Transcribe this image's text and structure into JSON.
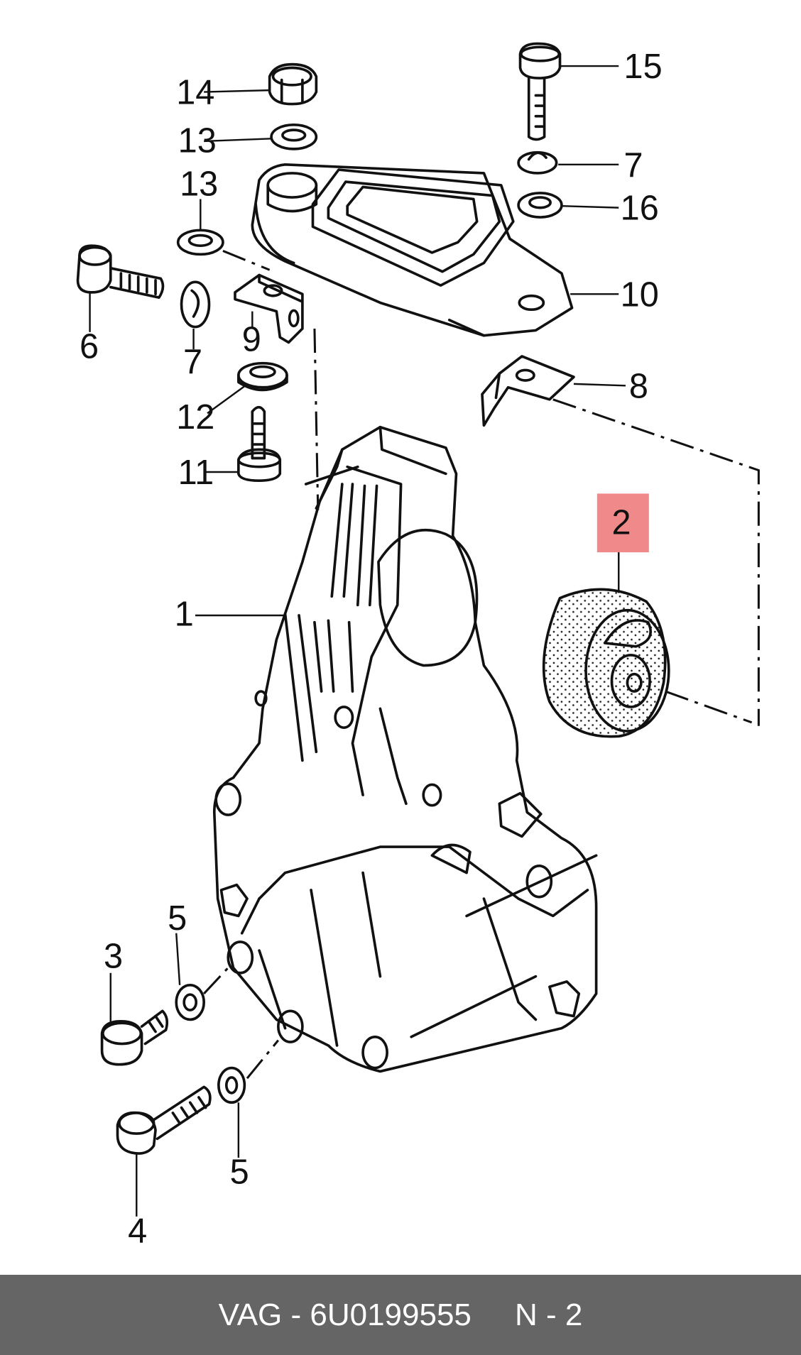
{
  "callouts": {
    "c1": "1",
    "c2": "2",
    "c3": "3",
    "c4": "4",
    "c5a": "5",
    "c5b": "5",
    "c6": "6",
    "c7a": "7",
    "c7b": "7",
    "c8": "8",
    "c9": "9",
    "c10": "10",
    "c11": "11",
    "c12": "12",
    "c13a": "13",
    "c13b": "13",
    "c14": "14",
    "c15": "15",
    "c16": "16"
  },
  "highlight_color": "#f08a8a",
  "footer": {
    "text": "VAG - 6U0199555     N - 2"
  }
}
